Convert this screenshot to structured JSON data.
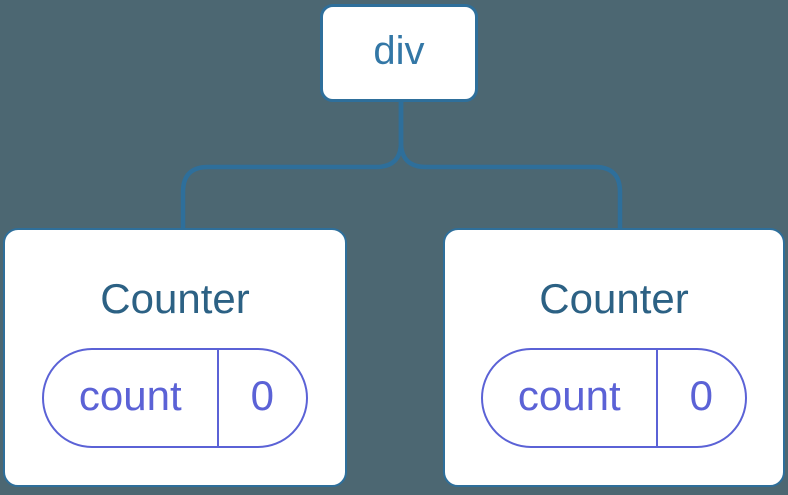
{
  "theme": {
    "bg": "#4C6772",
    "line": "#2E6F9B",
    "node-bg": "#FFFFFF",
    "root-text": "#3377A6",
    "title-text": "#2C6184",
    "state-accent": "#5B62D6"
  },
  "tree": {
    "root": {
      "label": "div"
    },
    "children": [
      {
        "title": "Counter",
        "state": {
          "key": "count",
          "value": "0"
        }
      },
      {
        "title": "Counter",
        "state": {
          "key": "count",
          "value": "0"
        }
      }
    ]
  }
}
